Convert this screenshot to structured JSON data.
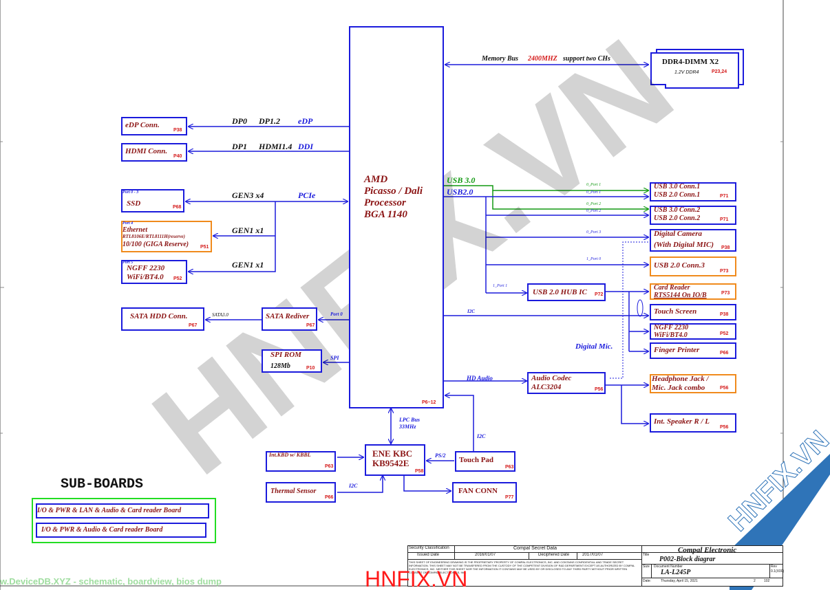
{
  "cpu": {
    "line1": "AMD",
    "line2": "Picasso / Dali",
    "line3": "Processor",
    "line4": "BGA 1140",
    "page": "P6~12"
  },
  "memory": {
    "bus_label": "Memory Bus",
    "speed": "2400MHZ",
    "support": "support two CHs",
    "dimm": "DDR4-DIMM X2",
    "voltage": "1.2V DDR4",
    "page": "P23,24"
  },
  "display": {
    "edp": {
      "label": "eDP Conn.",
      "page": "P38",
      "sig1": "DP0",
      "sig2": "DP1.2",
      "sig3": "eDP"
    },
    "hdmi": {
      "label": "HDMI  Conn.",
      "page": "P40",
      "sig1": "DP1",
      "sig2": "HDMI1.4",
      "sig3": "DDI"
    }
  },
  "pcie": {
    "gen3": "GEN3 x4",
    "pcie": "PCIe",
    "gen1a": "GEN1 x1",
    "gen1b": "GEN1 x1",
    "ssd": {
      "port": "Port 0 - 3",
      "label": "SSD",
      "page": "P68"
    },
    "eth": {
      "port": "Port 4",
      "l1": "Ethernet",
      "l2": "RTL8106E/RTL8111H(reserve)",
      "l3": "10/100 (GIGA Reserve)",
      "page": "P51"
    },
    "ngff": {
      "port": "Port 5",
      "l1": "NGFF 2230",
      "l2": "WiFi/BT4.0",
      "page": "P52"
    }
  },
  "sata": {
    "hdd": "SATA HDD Conn.",
    "hdd_page": "P67",
    "sata30": "SATA3.0",
    "redriver": "SATA Rediver",
    "redriver_page": "P67",
    "port": "Port 0"
  },
  "spi": {
    "rom": "SPI ROM",
    "size": "128Mb",
    "page": "P10",
    "bus": "SPI"
  },
  "usb": {
    "usb30": "USB 3.0",
    "usb20": "USB2.0",
    "p0_1": "0_Port 1",
    "p0_1b": "0_Port 1",
    "p0_2": "0_Port 2",
    "p0_2b": "0_Port 2",
    "p0_3": "0_Port 3",
    "p1_0": "1_Port 0",
    "p1_1": "1_Port 1",
    "conn1a": "USB 3.0 Conn.1",
    "conn1b": "USB 2.0 Conn.1",
    "conn1_page": "P71",
    "conn2a": "USB 3.0 Conn.2",
    "conn2b": "USB 2.0 Conn.2",
    "conn2_page": "P71",
    "cam1": "Digital Camera",
    "cam2": "(With Digital MIC)",
    "cam_page": "P38",
    "conn3": "USB 2.0 Conn.3",
    "conn3_page": "P73",
    "hub": "USB 2.0 HUB IC",
    "hub_page": "P72",
    "card1": "Card Reader",
    "card2": "RTS5144  On IO/B",
    "card_page": "P73",
    "touch": "Touch Screen",
    "touch_page": "P38",
    "ngff1": "NGFF 2230",
    "ngff2": "WiFi/BT4.0",
    "ngff_page": "P52",
    "finger": "Finger Printer",
    "finger_page": "P66"
  },
  "i2c": "I2C",
  "audio": {
    "hd": "HD Audio",
    "codec1": "Audio Codec",
    "codec2": "ALC3204",
    "page": "P56",
    "dmic": "Digital Mic.",
    "hp1": "Headphone Jack /",
    "hp2": "Mic. Jack combo",
    "hp_page": "P56",
    "spk": "Int. Speaker R / L",
    "spk_page": "P56"
  },
  "ec": {
    "lpc1": "LPC Bus",
    "lpc2": "33MHz",
    "name1": "ENE KBC",
    "name2": "KB9542E",
    "page": "P58",
    "kbd": "Int.KBD w/ KBBL",
    "kbd_page": "P63",
    "ps2": "PS/2",
    "tp": "Touch Pad",
    "tp_page": "P63",
    "tp_i2c": "I2C",
    "thermal": "Thermal Sensor",
    "thermal_page": "P66",
    "thermal_i2c": "I2C",
    "fan": "FAN CONN",
    "fan_page": "P77"
  },
  "subboards": {
    "title": "SUB-BOARDS",
    "b1": "I/O & PWR & LAN & Audio & Card reader Board",
    "b2": "I/O & PWR & Audio & Card reader Board"
  },
  "titleblock": {
    "sec": "Security Classification",
    "secret": "Compal Secret Data",
    "issued": "Issued Date",
    "issued_v": "2016/01/07",
    "deciph": "Deciphered Date",
    "deciph_v": "2017/01/07",
    "legal": "THIS SHEET OF ENGINEERING DRAWING IS THE PROPRIETARY PROPERTY OF COMPAL ELECTRONICS, INC. AND CONTAINS CONFIDENTIAL AND TRADE SECRET INFORMATION. THIS SHEET MAY NOT BE TRANSFERED FROM THE CUSTODY OF THE COMPETENT DIVISION OF R&D DEPARTMENT EXCEPT AS AUTHORIZED BY COMPAL ELECTRONICS, INC. NEITHER THIS SHEET NOR THE INFORMATION IT CONTAINS MAY BE USED BY OR DISCLOSED TO ANY THIRD PARTY WITHOUT PRIOR WRITTEN CONSENT OF COMPAL ELECTRONICS, INC.",
    "company": "Compal Electronic",
    "title_lbl": "Title",
    "title": "P002-Block diagrar",
    "size": "Size",
    "docnum_lbl": "Document Number",
    "docnum": "LA-L245P",
    "rev_lbl": "Rev",
    "rev": "0.1(X00)",
    "date_lbl": "Date:",
    "date": "Thursday, April 15, 2021",
    "sheet": "2",
    "of": "102"
  },
  "watermarks": {
    "center": "HNFIX.VN",
    "bottom_red": "HNFIX.VN",
    "bottom_green": "w.DeviceDB.XYZ - schematic, boardview, bios dump",
    "corner": "HNFIX.VN"
  },
  "colors": {
    "blue": "#1a1adc",
    "green": "#119911",
    "orange": "#f08a1c",
    "darkred": "#8b1414",
    "red": "#d41a1a"
  }
}
